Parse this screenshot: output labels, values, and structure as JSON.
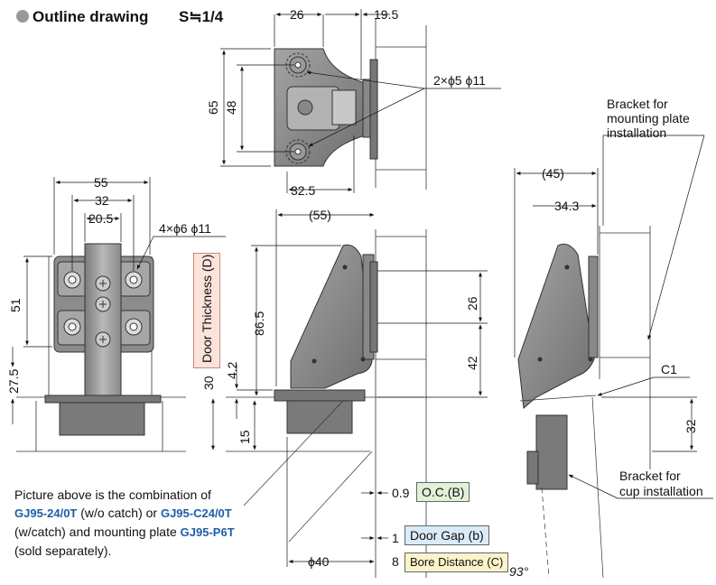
{
  "title": {
    "prefix": "Outline drawing",
    "scale": "S≒1/4"
  },
  "top_view": {
    "w1": "26",
    "w2": "19.5",
    "h1": "65",
    "h2": "48",
    "w3": "32.5",
    "holes": "2×ϕ5 ϕ11"
  },
  "front_view": {
    "w1": "55",
    "w2": "32",
    "w3": "20.5",
    "holes": "4×ϕ6 ϕ11",
    "h1": "51",
    "h2": "27.5"
  },
  "door_thickness": {
    "label": "Door Thickness (D)",
    "value": "30"
  },
  "side_view": {
    "w1": "(55)",
    "h1": "86.5",
    "h2": "4.2",
    "h3": "15",
    "h4": "26",
    "h5": "42",
    "d1": "ϕ40",
    "v_oc": "0.9",
    "v_dg": "1",
    "v_bd": "8"
  },
  "right_view": {
    "w1": "(45)",
    "w2": "34.3",
    "c1": "C1",
    "h1": "32",
    "angle": "93°"
  },
  "labels": {
    "bracket_mount": [
      "Bracket for",
      "mounting plate",
      "installation"
    ],
    "bracket_cup": [
      "Bracket for",
      "cup installation"
    ],
    "oc": "O.C.(B)",
    "door_gap": "Door Gap (b)",
    "bore_distance": "Bore Distance (C)"
  },
  "note": {
    "t1": "Picture above is the combination of",
    "p1": "GJ95-24/0T",
    "t2": "(w/o catch) or",
    "p2": "GJ95-C24/0T",
    "t3": "(w/catch) and mounting plate",
    "p3": "GJ95-P6T",
    "t4": "(sold separately)."
  }
}
